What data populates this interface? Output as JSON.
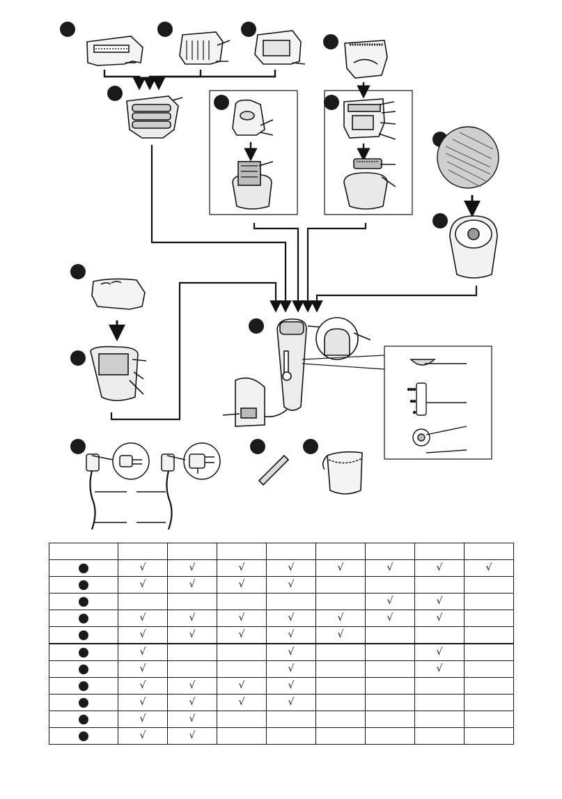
{
  "table": {
    "columns": 8,
    "rows": [
      [
        1,
        1,
        1,
        1,
        1,
        1,
        1,
        1
      ],
      [
        1,
        1,
        1,
        1,
        0,
        0,
        0,
        0
      ],
      [
        0,
        0,
        0,
        0,
        0,
        1,
        1,
        0
      ],
      [
        1,
        1,
        1,
        1,
        1,
        1,
        1,
        0
      ],
      [
        1,
        1,
        1,
        1,
        1,
        0,
        0,
        0
      ],
      [
        1,
        0,
        0,
        1,
        0,
        0,
        1,
        0
      ],
      [
        1,
        0,
        0,
        1,
        0,
        0,
        1,
        0
      ],
      [
        1,
        1,
        1,
        1,
        0,
        0,
        0,
        0
      ],
      [
        1,
        1,
        1,
        1,
        0,
        0,
        0,
        0
      ],
      [
        1,
        1,
        0,
        0,
        0,
        0,
        0,
        0
      ],
      [
        1,
        1,
        0,
        0,
        0,
        0,
        0,
        0
      ]
    ],
    "check_glyph": "√"
  },
  "colors": {
    "ink": "#1a1a1a",
    "line": "#111111",
    "fill_light": "#f2f2f2",
    "fill_mid": "#d9d9d9"
  }
}
